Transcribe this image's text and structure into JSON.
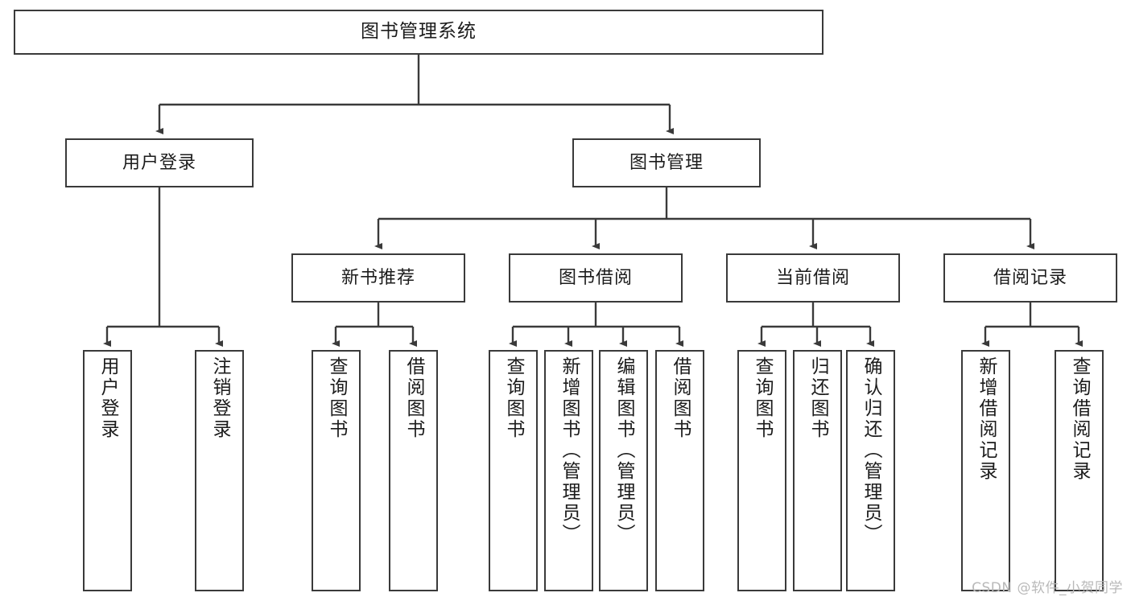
{
  "diagram": {
    "title": "图书管理系统",
    "type": "tree-hierarchy-diagram",
    "root": {
      "label": "图书管理系统"
    },
    "level2": [
      {
        "label": "用户登录"
      },
      {
        "label": "图书管理"
      }
    ],
    "level3": [
      {
        "label": "新书推荐"
      },
      {
        "label": "图书借阅"
      },
      {
        "label": "当前借阅"
      },
      {
        "label": "借阅记录"
      }
    ],
    "leaves": [
      {
        "label": "用户登录"
      },
      {
        "label": "注销登录"
      },
      {
        "label": "查询图书"
      },
      {
        "label": "借阅图书"
      },
      {
        "label": "查询图书"
      },
      {
        "label": "新增图书（管理员）"
      },
      {
        "label": "编辑图书（管理员）"
      },
      {
        "label": "借阅图书"
      },
      {
        "label": "查询图书"
      },
      {
        "label": "归还图书"
      },
      {
        "label": "确认归还（管理员）"
      },
      {
        "label": "新增借阅记录"
      },
      {
        "label": "查询借阅记录"
      }
    ]
  },
  "watermark": {
    "text": "CSDN @软件_小贺同学"
  },
  "colors": {
    "stroke": "#3a3a3a",
    "fill": "#ffffff",
    "text": "#1c1c1c",
    "watermark": "#b9b9b9"
  }
}
